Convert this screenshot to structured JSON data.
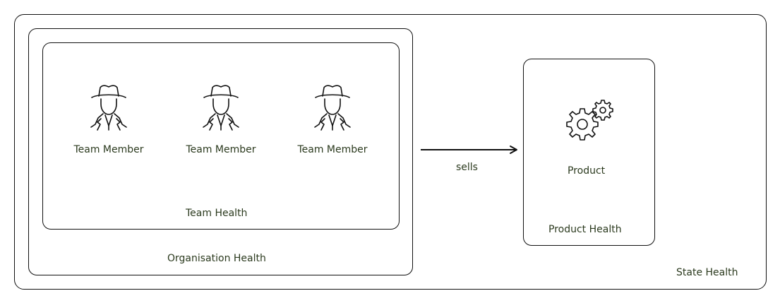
{
  "colors": {
    "border": "#111111",
    "text": "#2b3a1e",
    "background": "#ffffff"
  },
  "state": {
    "label": "State Health"
  },
  "organisation": {
    "label": "Organisation Health"
  },
  "team": {
    "label": "Team Health",
    "members": [
      {
        "label": "Team Member",
        "icon": "spy-person-icon"
      },
      {
        "label": "Team Member",
        "icon": "spy-person-icon"
      },
      {
        "label": "Team Member",
        "icon": "spy-person-icon"
      }
    ]
  },
  "connector": {
    "label": "sells"
  },
  "product": {
    "node_label": "Product",
    "box_label": "Product Health",
    "icon": "gears-icon"
  }
}
